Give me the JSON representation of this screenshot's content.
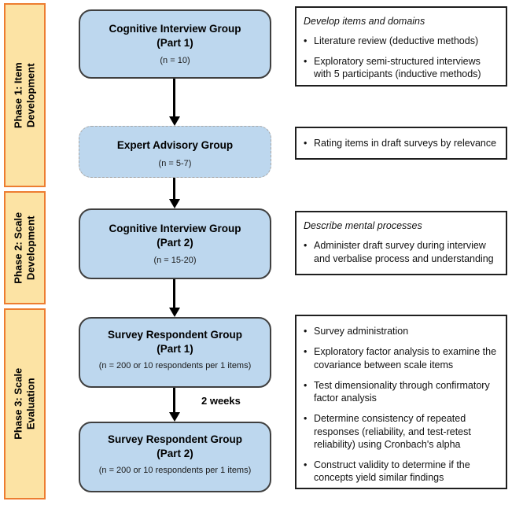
{
  "colors": {
    "flow_box_fill": "#BDD7EE",
    "flow_box_border": "#3F3F3F",
    "expert_box_border_dashed": "#A6A6A6",
    "phase_bar_fill": "#FCE3A4",
    "phase_bar_border": "#ED7D31",
    "side_box_border": "#1F1F1F",
    "arrow_color": "#000000"
  },
  "phases": [
    {
      "line1": "Phase 1: Item",
      "line2": "Development"
    },
    {
      "line1": "Phase 2: Scale",
      "line2": "Development"
    },
    {
      "line1": "Phase 3: Scale",
      "line2": "Evaluation"
    }
  ],
  "flow": {
    "boxes": [
      {
        "title_line1": "Cognitive Interview Group",
        "title_line2": "(Part 1)",
        "n_label": "(n = 10)"
      },
      {
        "title_line1": "Expert Advisory Group",
        "title_line2": "",
        "n_label": "(n = 5-7)"
      },
      {
        "title_line1": "Cognitive Interview Group",
        "title_line2": "(Part 2)",
        "n_label": "(n = 15-20)"
      },
      {
        "title_line1": "Survey Respondent Group",
        "title_line2": "(Part 1)",
        "n_label": "(n = 200 or 10 respondents per 1 items)"
      },
      {
        "title_line1": "Survey Respondent Group",
        "title_line2": "(Part 2)",
        "n_label": "(n = 200 or 10 respondents per 1 items)"
      }
    ],
    "arrow_label": "2 weeks"
  },
  "side_boxes": [
    {
      "heading": "Develop items and domains",
      "bullets": [
        "Literature review (deductive methods)",
        "Exploratory semi-structured interviews with 5 participants (inductive methods)"
      ]
    },
    {
      "heading": "",
      "bullets": [
        "Rating items in draft surveys by relevance"
      ]
    },
    {
      "heading": "Describe mental processes",
      "bullets": [
        "Administer draft survey during interview and verbalise process and understanding"
      ]
    },
    {
      "heading": "",
      "bullets": [
        "Survey administration",
        "Exploratory factor analysis to examine the covariance between scale items",
        "Test dimensionality through confirmatory factor analysis",
        "Determine consistency of repeated responses (reliability, and test-retest reliability) using Cronbach's alpha",
        "Construct validity to determine if the concepts yield similar findings"
      ]
    }
  ]
}
